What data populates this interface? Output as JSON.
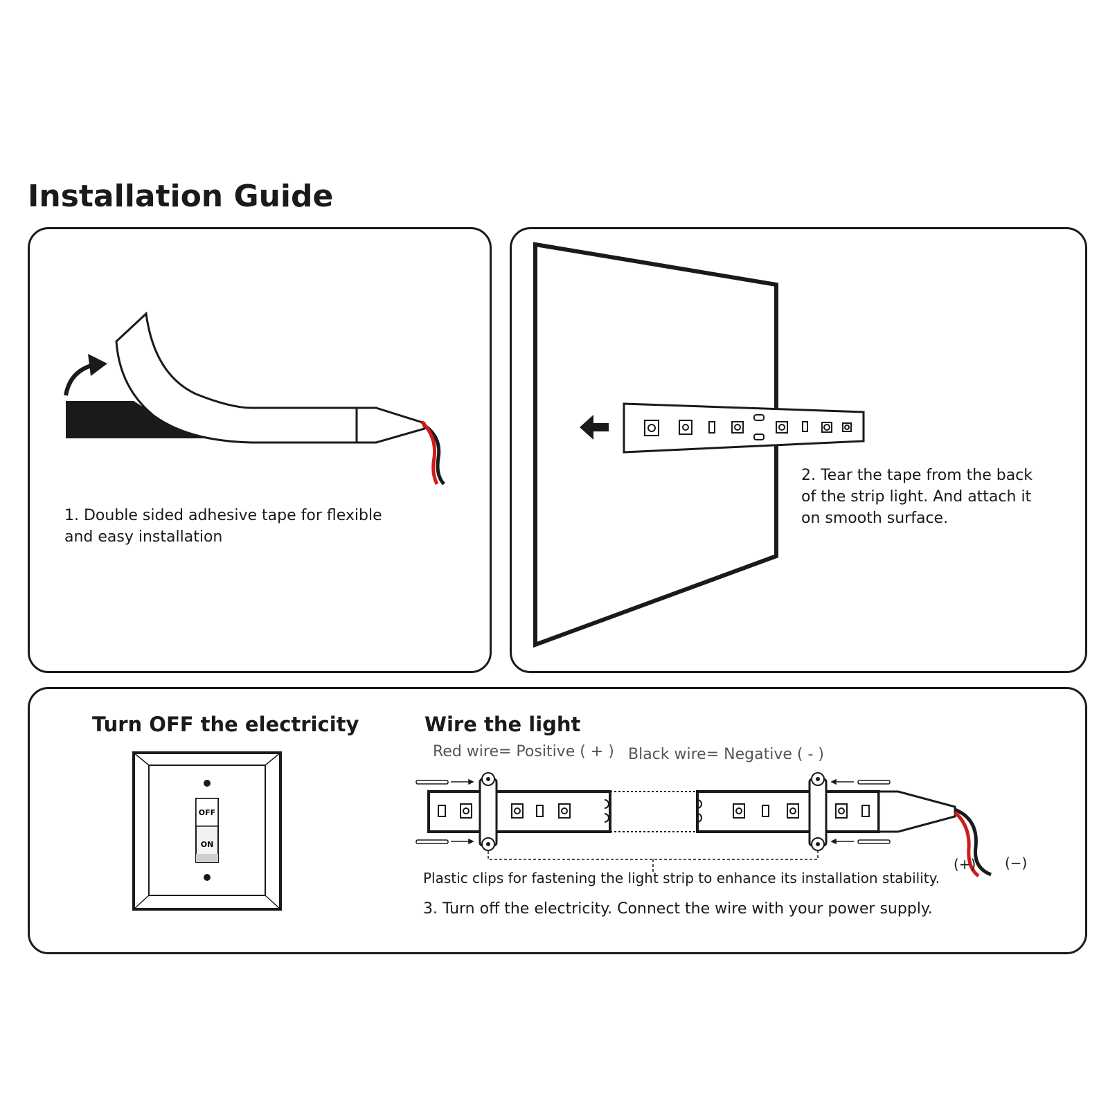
{
  "title": "Installation Guide",
  "steps": {
    "step1": "1. Double sided adhesive tape for flexible\nand easy installation",
    "step2": "2. Tear the tape from the back\nof the strip light. And attach it\non smooth surface.",
    "step3": "3. Turn off the electricity. Connect the wire with your power supply."
  },
  "electricity": {
    "heading": "Turn OFF the electricity",
    "off_label": "OFF",
    "on_label": "ON"
  },
  "wiring": {
    "heading": "Wire the light",
    "red_wire": "Red wire= Positive ( + )",
    "black_wire": "Black wire= Negative ( - )",
    "clips_note": "Plastic clips for fastening the light strip to enhance its installation stability.",
    "plus_label": "(+)",
    "minus_label": "(−)"
  },
  "colors": {
    "red_wire": "#d11a1a",
    "black": "#1a1a1a"
  }
}
